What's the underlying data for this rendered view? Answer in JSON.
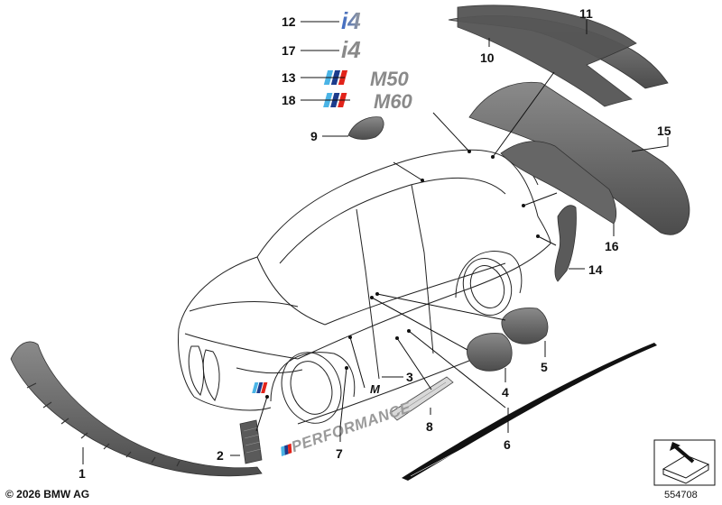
{
  "callouts": [
    "12",
    "17",
    "13",
    "18",
    "11",
    "10",
    "9",
    "15",
    "16",
    "14",
    "5",
    "4",
    "3",
    "8",
    "6",
    "7",
    "2",
    "1"
  ],
  "badges": {
    "i4_colored": "i4",
    "i4_grey": "i4",
    "m50": "M50",
    "m60": "M60",
    "m_small": "M",
    "performance": "PERFORMANCE"
  },
  "footer": {
    "copyright": "© 2026 BMW AG",
    "diagram_id": "554708"
  },
  "colors": {
    "m_light_blue": "#4ab4e6",
    "m_dark_blue": "#1c3c8c",
    "m_red": "#e2231a",
    "part_fill": "#6b6b6b",
    "part_dark": "#4a4a4a",
    "badge_grey": "#8a8a8a"
  }
}
